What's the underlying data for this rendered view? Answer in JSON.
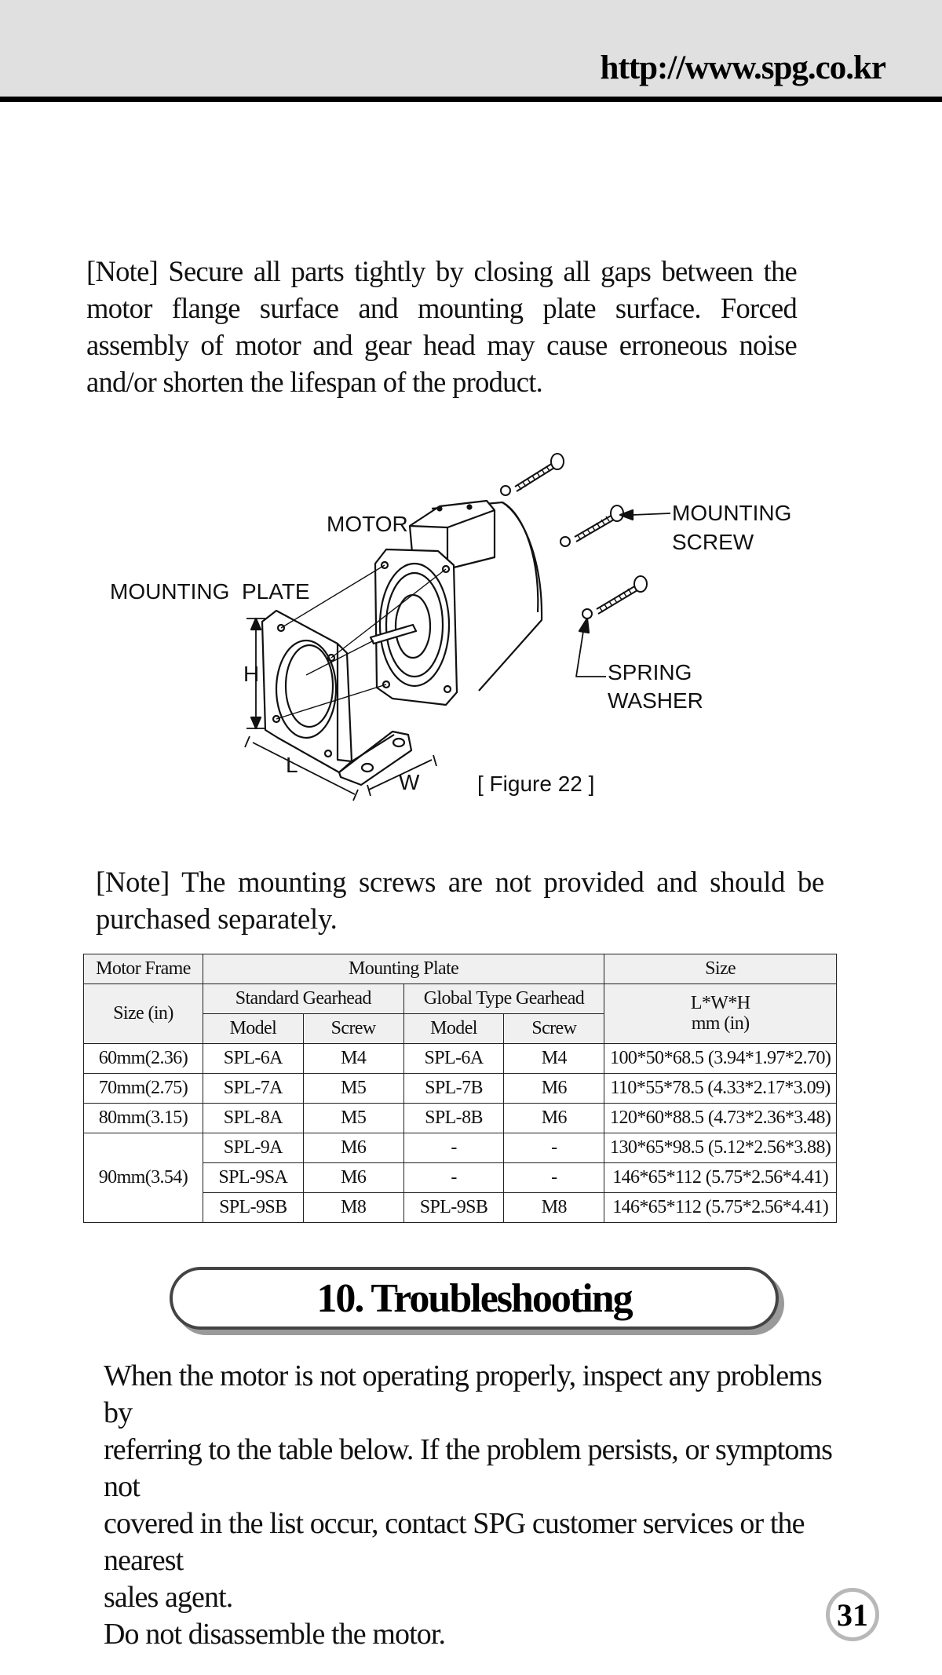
{
  "header": {
    "url": "http://www.spg.co.kr"
  },
  "note1": "[Note] Secure all parts tightly by closing all gaps between the motor flange surface and mounting plate surface. Forced assembly of motor and gear head may cause erroneous noise and/or shorten the lifespan of the product.",
  "figure": {
    "labels": {
      "motor": "MOTOR",
      "mounting_plate": "MOUNTING  PLATE",
      "mounting_screw_1": "MOUNTING",
      "mounting_screw_2": "SCREW",
      "spring_washer_1": "SPRING",
      "spring_washer_2": "WASHER",
      "h": "H",
      "l": "L",
      "w": "W"
    },
    "caption": "[ Figure 22 ]"
  },
  "note2": "[Note] The mounting screws are not provided and should be purchased separately.",
  "table": {
    "h_motor_frame": "Motor Frame",
    "h_mounting_plate": "Mounting Plate",
    "h_size": "Size",
    "h_size_in": "Size (in)",
    "h_standard": "Standard Gearhead",
    "h_global": "Global Type Gearhead",
    "h_lwh": "L*W*H",
    "h_mm_in": "mm (in)",
    "h_model": "Model",
    "h_screw": "Screw",
    "rows": [
      {
        "frame": "60mm(2.36)",
        "std_model": "SPL-6A",
        "std_screw": "M4",
        "glb_model": "SPL-6A",
        "glb_screw": "M4",
        "size": "100*50*68.5 (3.94*1.97*2.70)"
      },
      {
        "frame": "70mm(2.75)",
        "std_model": "SPL-7A",
        "std_screw": "M5",
        "glb_model": "SPL-7B",
        "glb_screw": "M6",
        "size": "110*55*78.5 (4.33*2.17*3.09)"
      },
      {
        "frame": "80mm(3.15)",
        "std_model": "SPL-8A",
        "std_screw": "M5",
        "glb_model": "SPL-8B",
        "glb_screw": "M6",
        "size": "120*60*88.5 (4.73*2.36*3.48)"
      },
      {
        "frame": "90mm(3.54)",
        "std_model": "SPL-9A",
        "std_screw": "M6",
        "glb_model": "-",
        "glb_screw": "-",
        "size": "130*65*98.5 (5.12*2.56*3.88)"
      },
      {
        "frame": "",
        "std_model": "SPL-9SA",
        "std_screw": "M6",
        "glb_model": "-",
        "glb_screw": "-",
        "size": "146*65*112 (5.75*2.56*4.41)"
      },
      {
        "frame": "",
        "std_model": "SPL-9SB",
        "std_screw": "M8",
        "glb_model": "SPL-9SB",
        "glb_screw": "M8",
        "size": "146*65*112 (5.75*2.56*4.41)"
      }
    ]
  },
  "section": {
    "title": "10. Troubleshooting"
  },
  "intro": {
    "line1": "When the motor is not operating properly, inspect any problems by",
    "line2": "referring to the table below. If the problem persists, or symptoms not",
    "line3": "covered in the list occur, contact SPG customer services or the nearest",
    "line4": "sales agent.",
    "line5": "Do not disassemble the motor."
  },
  "page_number": "31"
}
